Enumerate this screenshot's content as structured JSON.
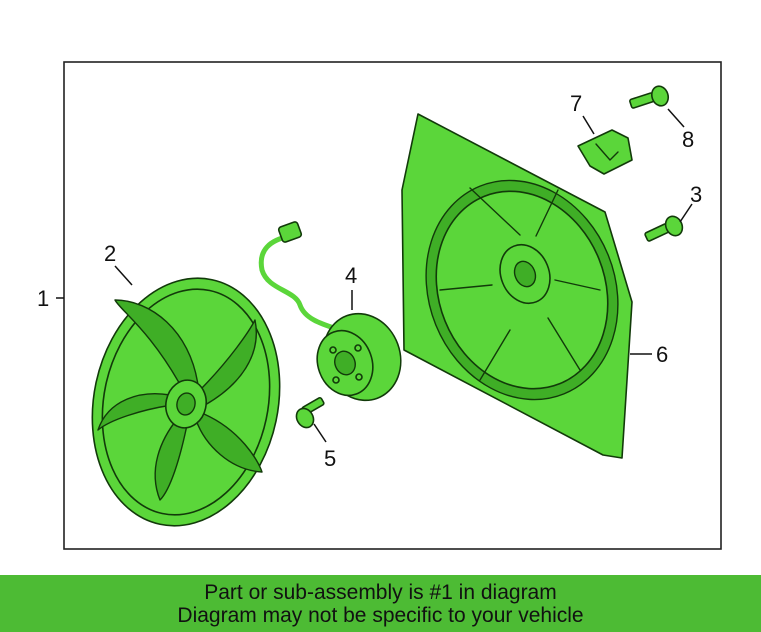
{
  "diagram": {
    "callouts": {
      "c1": "1",
      "c2": "2",
      "c3": "3",
      "c4": "4",
      "c5": "5",
      "c6": "6",
      "c7": "7",
      "c8": "8"
    },
    "colors": {
      "part_fill": "#5bd63a",
      "part_shade": "#3fae26",
      "outline": "#123a0a",
      "banner": "#4dbb34"
    }
  },
  "banner": {
    "line1": "Part or sub-assembly is #1 in diagram",
    "line2": "Diagram may not be specific to your vehicle"
  }
}
